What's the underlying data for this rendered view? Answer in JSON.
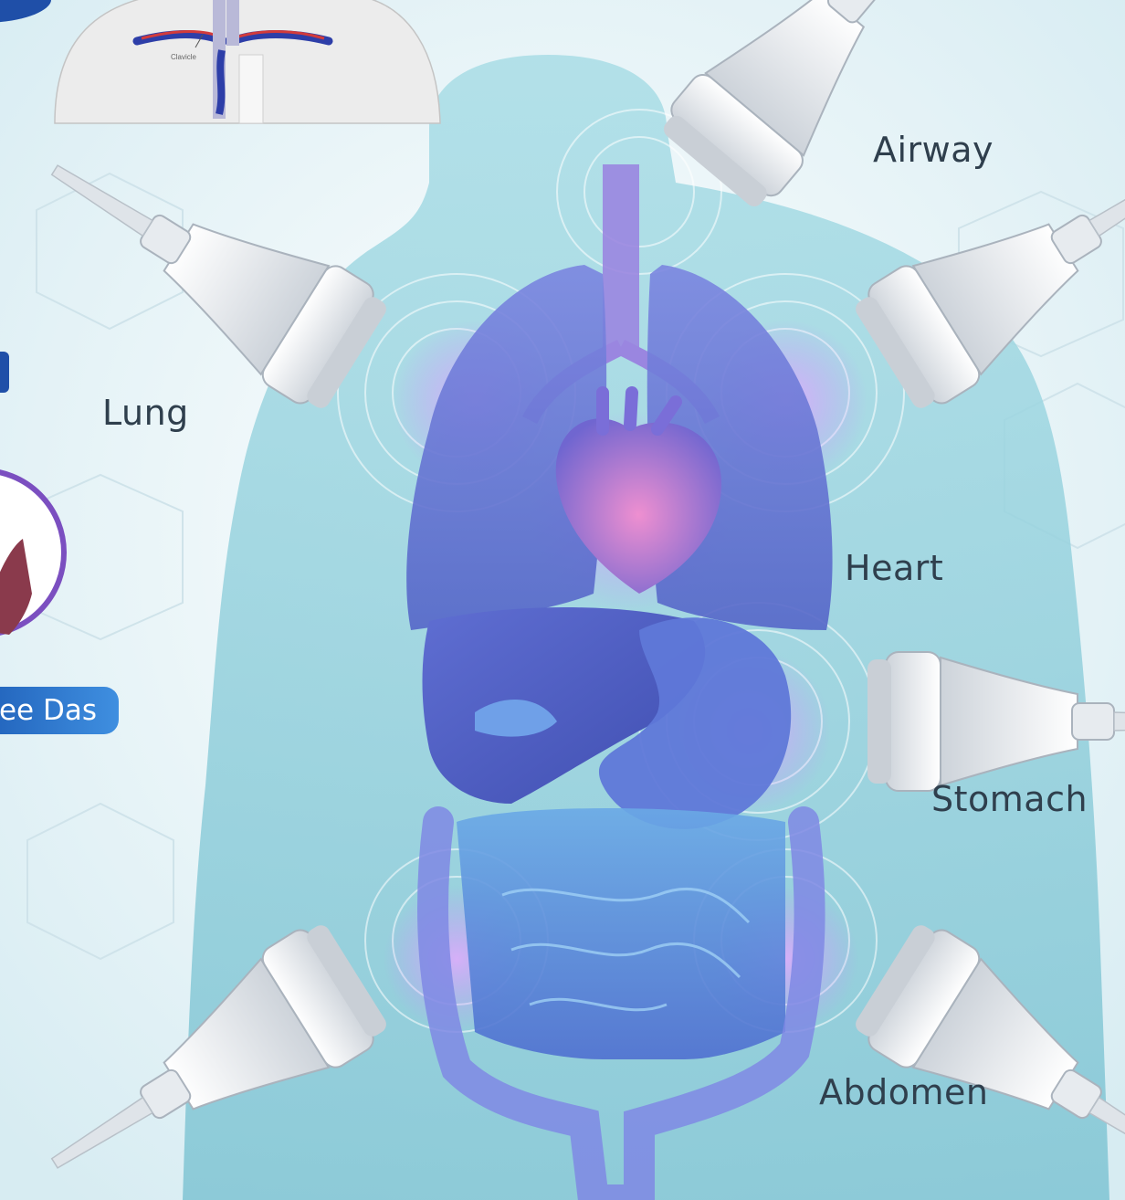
{
  "labels": {
    "airway": "Airway",
    "lung": "Lung",
    "heart": "Heart",
    "stomach": "Stomach",
    "abdomen": "Abdomen"
  },
  "speaker": {
    "name": "ee Das"
  },
  "inset": {
    "caption": "Clavicle"
  },
  "colors": {
    "background": "#e3f2f6",
    "body": "#8fd0dc",
    "organ": "#5a6fd0",
    "probe": "#eef1f4",
    "badge": "#2f74cc",
    "avatar_ring": "#7b4fc0"
  },
  "icons": {
    "probes": "ultrasound-probe-icon",
    "speaker": "avatar-photo"
  }
}
